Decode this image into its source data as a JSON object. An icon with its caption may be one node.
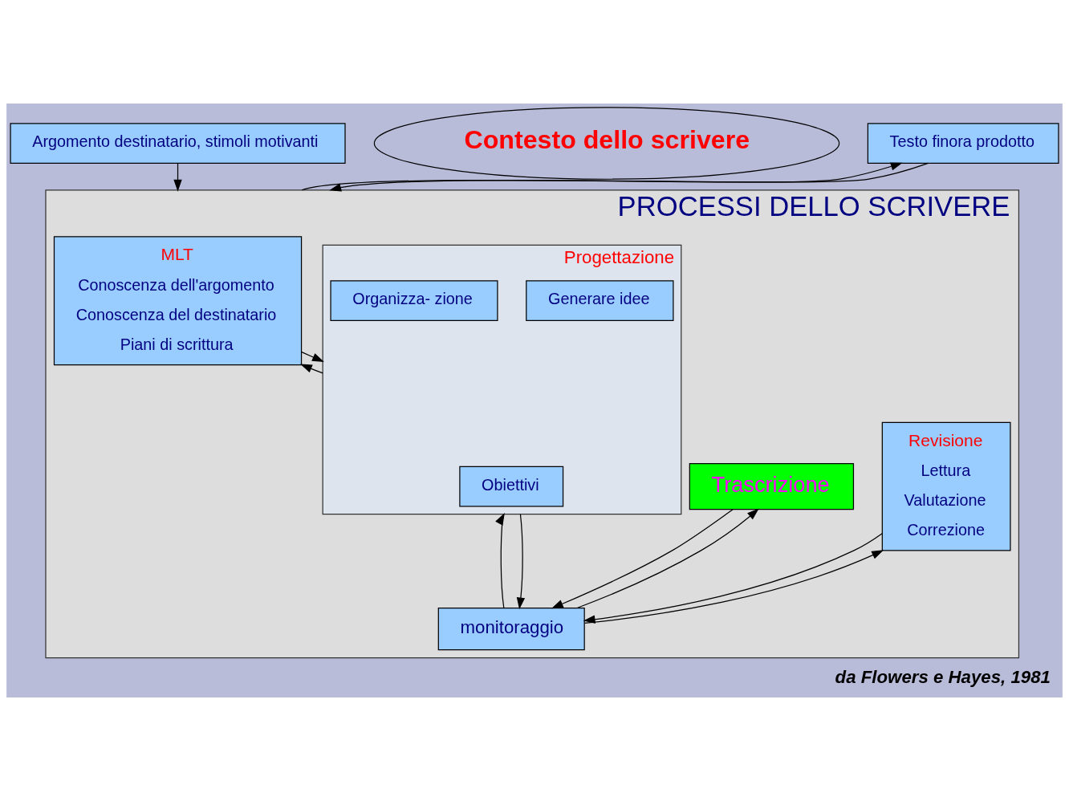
{
  "diagram": {
    "caption": "da Flowers e Hayes, 1981",
    "nodes": [
      {
        "text": [
          "Argomento destinatario, stimoli motivanti"
        ]
      },
      {
        "text": [
          "Contesto dello scrivere"
        ]
      },
      {
        "text": [
          "Testo finora prodotto"
        ]
      },
      {
        "text": [
          "PROCESSI DELLO SCRIVERE"
        ]
      },
      {
        "text": [
          "MLT",
          "Conoscenza dell'argomento",
          "Conoscenza del destinatario",
          "Piani di scrittura"
        ],
        "in": 3
      },
      {
        "text": [
          "Progettazione"
        ],
        "in": 3
      },
      {
        "text": [
          "Generare idee"
        ],
        "in": 5
      },
      {
        "text": [
          "Organizza- zione"
        ],
        "in": 5
      },
      {
        "text": [
          "Obiettivi"
        ],
        "in": 5
      },
      {
        "text": [
          "Trascrizione"
        ],
        "in": 3
      },
      {
        "text": [
          "Revisione",
          "Lettura",
          "Valutazione",
          "Correzione"
        ],
        "in": 3
      },
      {
        "text": [
          "monitoraggio"
        ],
        "in": 3
      }
    ],
    "edges": [
      {
        "from": 0,
        "to": 3,
        "arrow": "to"
      },
      {
        "from": 2,
        "to": 3,
        "arrow": "to"
      },
      {
        "from": 3,
        "to": 2,
        "arrow": "to"
      },
      {
        "from": 4,
        "to": 5,
        "arrow": "to"
      },
      {
        "from": 5,
        "to": 4,
        "arrow": "to"
      },
      {
        "from": 11,
        "to": 5,
        "arrow": "to"
      },
      {
        "from": 5,
        "to": 11,
        "arrow": "to"
      },
      {
        "from": 9,
        "to": 11,
        "arrow": "to"
      },
      {
        "from": 11,
        "to": 9,
        "arrow": "to"
      },
      {
        "from": 11,
        "to": 10,
        "arrow": "to"
      },
      {
        "from": 10,
        "to": 11,
        "arrow": "to"
      }
    ]
  }
}
